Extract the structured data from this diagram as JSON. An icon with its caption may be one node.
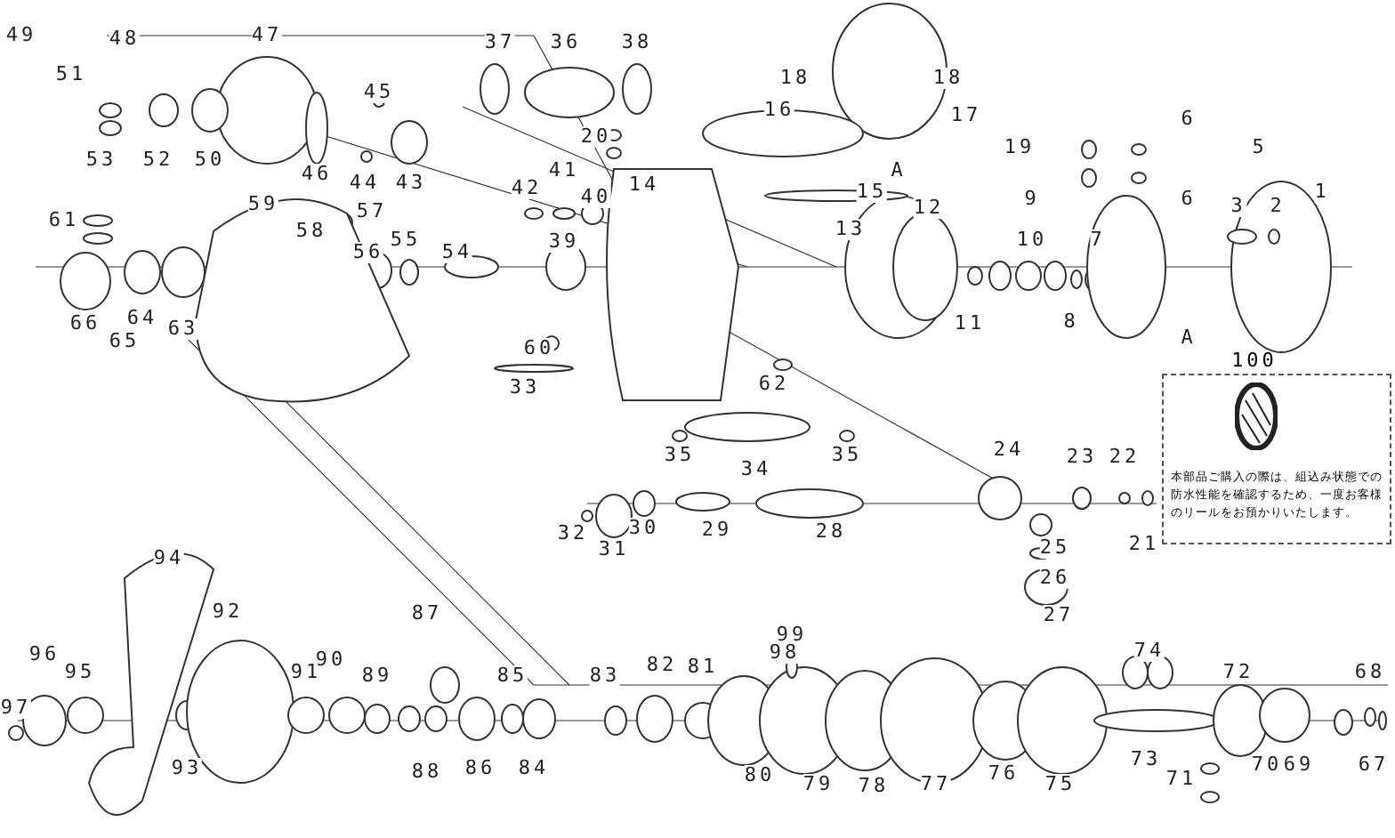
{
  "diagram": {
    "nodes": [
      {
        "text": [
          "100",
          "本部品ご購入の際は、組込み状態での防水性能を確認するため、一度お客様のリールをお預かりいたします。"
        ]
      }
    ],
    "labels": [
      "49",
      "48",
      "47",
      "37",
      "36",
      "38",
      "51",
      "18",
      "18",
      "45",
      "16",
      "17",
      "19",
      "A",
      "6",
      "5",
      "6",
      "20",
      "53",
      "52",
      "50",
      "46",
      "44",
      "43",
      "15",
      "41",
      "42",
      "40",
      "14",
      "12",
      "9",
      "1",
      "3",
      "2",
      "13",
      "10",
      "7",
      "61",
      "59",
      "58",
      "57",
      "56",
      "55",
      "54",
      "39",
      "66",
      "64",
      "65",
      "63",
      "11",
      "8",
      "A",
      "60",
      "33",
      "62",
      "35",
      "34",
      "35",
      "24",
      "23",
      "22",
      "21",
      "32",
      "31",
      "30",
      "29",
      "28",
      "25",
      "26",
      "27",
      "94",
      "92",
      "87",
      "99",
      "96",
      "95",
      "91",
      "90",
      "89",
      "85",
      "83",
      "82",
      "81",
      "98",
      "74",
      "72",
      "68",
      "97",
      "93",
      "88",
      "86",
      "84",
      "80",
      "79",
      "78",
      "77",
      "76",
      "75",
      "73",
      "71",
      "70",
      "69",
      "67"
    ]
  }
}
